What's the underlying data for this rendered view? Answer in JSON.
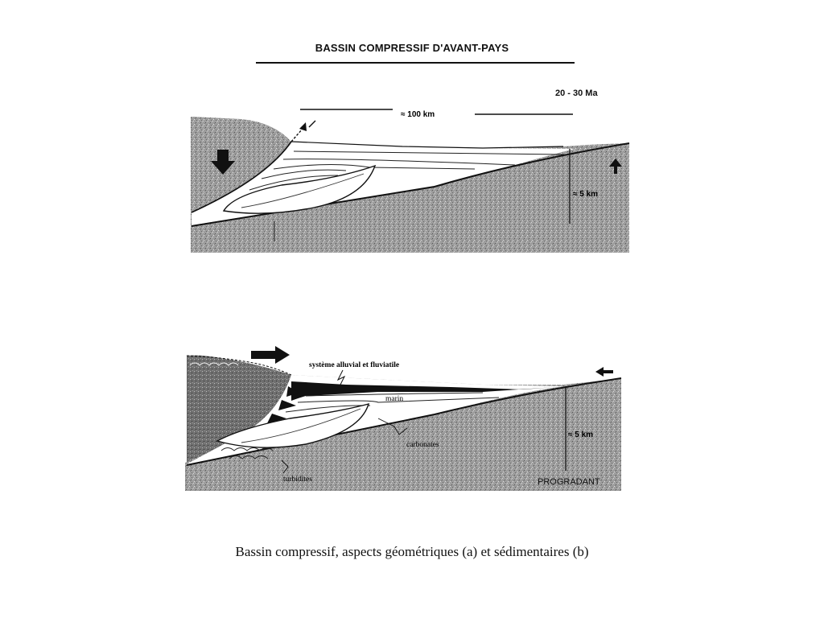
{
  "title": "BASSIN COMPRESSIF D'AVANT-PAYS",
  "age": "20 - 30 Ma",
  "scale_horizontal": "≈ 100 km",
  "diagram_a": {
    "depth_label": "≈ 5 km"
  },
  "diagram_b": {
    "label_alluvial": "système alluvial et fluviatile",
    "label_marin": "marin",
    "label_carbonates": "carbonates",
    "label_turbidites": "turbidites",
    "depth_label": "≈ 5 km",
    "label_progradant": "PROGRADANT"
  },
  "caption": "Bassin compressif, aspects géométriques (a) et sédimentaires (b)"
}
